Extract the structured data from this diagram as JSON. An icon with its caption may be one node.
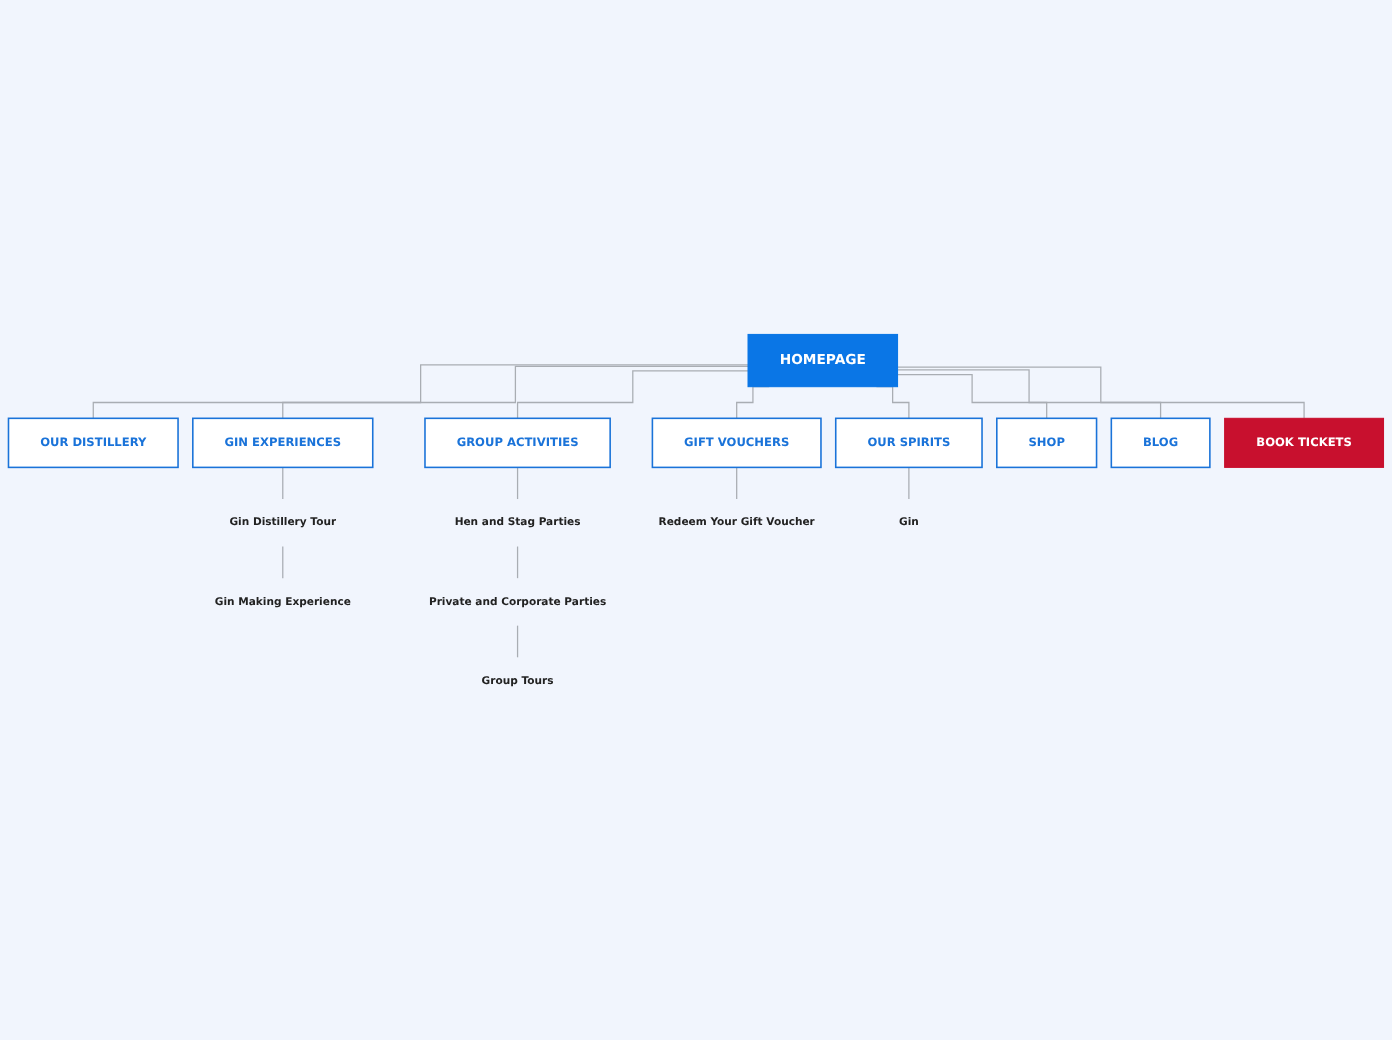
{
  "diagram": {
    "nodes": [
      {
        "text": [
          "HOMEPAGE"
        ]
      },
      {
        "text": [
          "OUR DISTILLERY"
        ]
      },
      {
        "text": [
          "GIN EXPERIENCES"
        ]
      },
      {
        "text": [
          "GROUP ACTIVITIES"
        ]
      },
      {
        "text": [
          "GIFT VOUCHERS"
        ]
      },
      {
        "text": [
          "OUR SPIRITS"
        ]
      },
      {
        "text": [
          "SHOP"
        ]
      },
      {
        "text": [
          "BLOG"
        ]
      },
      {
        "text": [
          "BOOK TICKETS"
        ]
      },
      {
        "text": [
          "Gin Distillery Tour"
        ]
      },
      {
        "text": [
          "Gin Making Experience"
        ]
      },
      {
        "text": [
          "Hen and Stag Parties"
        ]
      },
      {
        "text": [
          "Private and Corporate Parties"
        ]
      },
      {
        "text": [
          "Group Tours"
        ]
      },
      {
        "text": [
          "Redeem Your Gift Voucher"
        ]
      },
      {
        "text": [
          "Gin"
        ]
      }
    ],
    "edges": [
      {
        "from": 0,
        "to": 1,
        "arrow": "none"
      },
      {
        "from": 0,
        "to": 2,
        "arrow": "none"
      },
      {
        "from": 0,
        "to": 3,
        "arrow": "none"
      },
      {
        "from": 0,
        "to": 4,
        "arrow": "none"
      },
      {
        "from": 0,
        "to": 5,
        "arrow": "none"
      },
      {
        "from": 0,
        "to": 6,
        "arrow": "none"
      },
      {
        "from": 0,
        "to": 7,
        "arrow": "none"
      },
      {
        "from": 0,
        "to": 8,
        "arrow": "none"
      },
      {
        "from": 2,
        "to": 9,
        "arrow": "none"
      },
      {
        "from": 9,
        "to": 10,
        "arrow": "none"
      },
      {
        "from": 3,
        "to": 11,
        "arrow": "none"
      },
      {
        "from": 11,
        "to": 12,
        "arrow": "none"
      },
      {
        "from": 12,
        "to": 13,
        "arrow": "none"
      },
      {
        "from": 4,
        "to": 14,
        "arrow": "none"
      },
      {
        "from": 5,
        "to": 15,
        "arrow": "none"
      }
    ]
  }
}
